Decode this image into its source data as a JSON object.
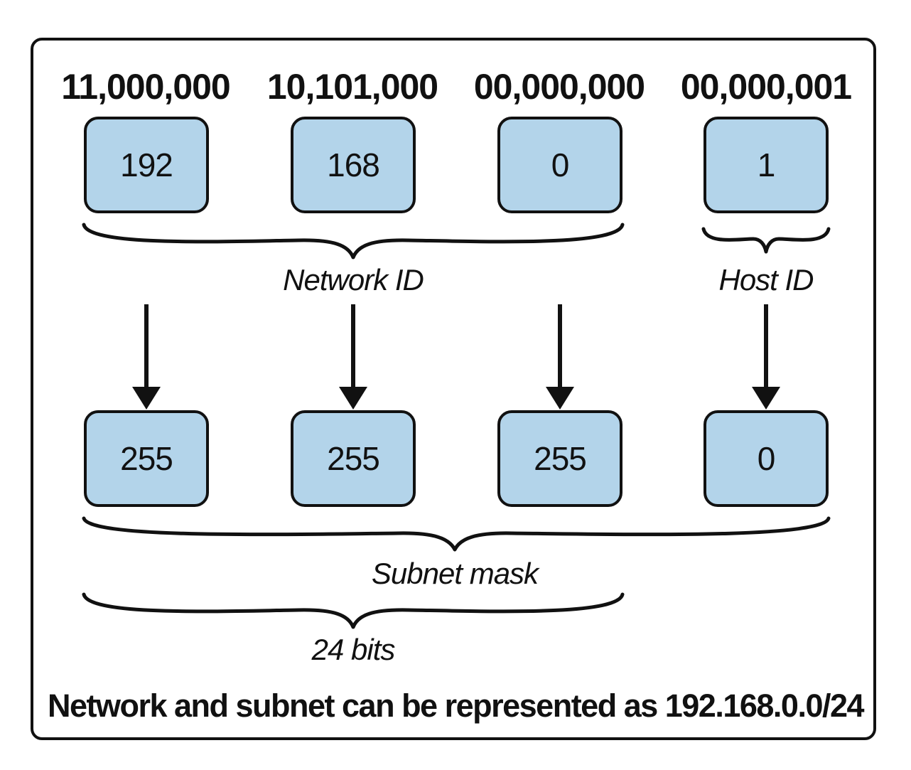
{
  "binary_octets": [
    "11,000,000",
    "10,101,000",
    "00,000,000",
    "00,000,001"
  ],
  "ip_octets": [
    "192",
    "168",
    "0",
    "1"
  ],
  "mask_octets": [
    "255",
    "255",
    "255",
    "0"
  ],
  "labels": {
    "network_id": "Network ID",
    "host_id": "Host ID",
    "subnet_mask": "Subnet mask",
    "bits": "24 bits"
  },
  "caption": "Network and subnet can be represented as 192.168.0.0/24",
  "colors": {
    "box_fill": "#b3d4ea",
    "stroke": "#111111"
  }
}
